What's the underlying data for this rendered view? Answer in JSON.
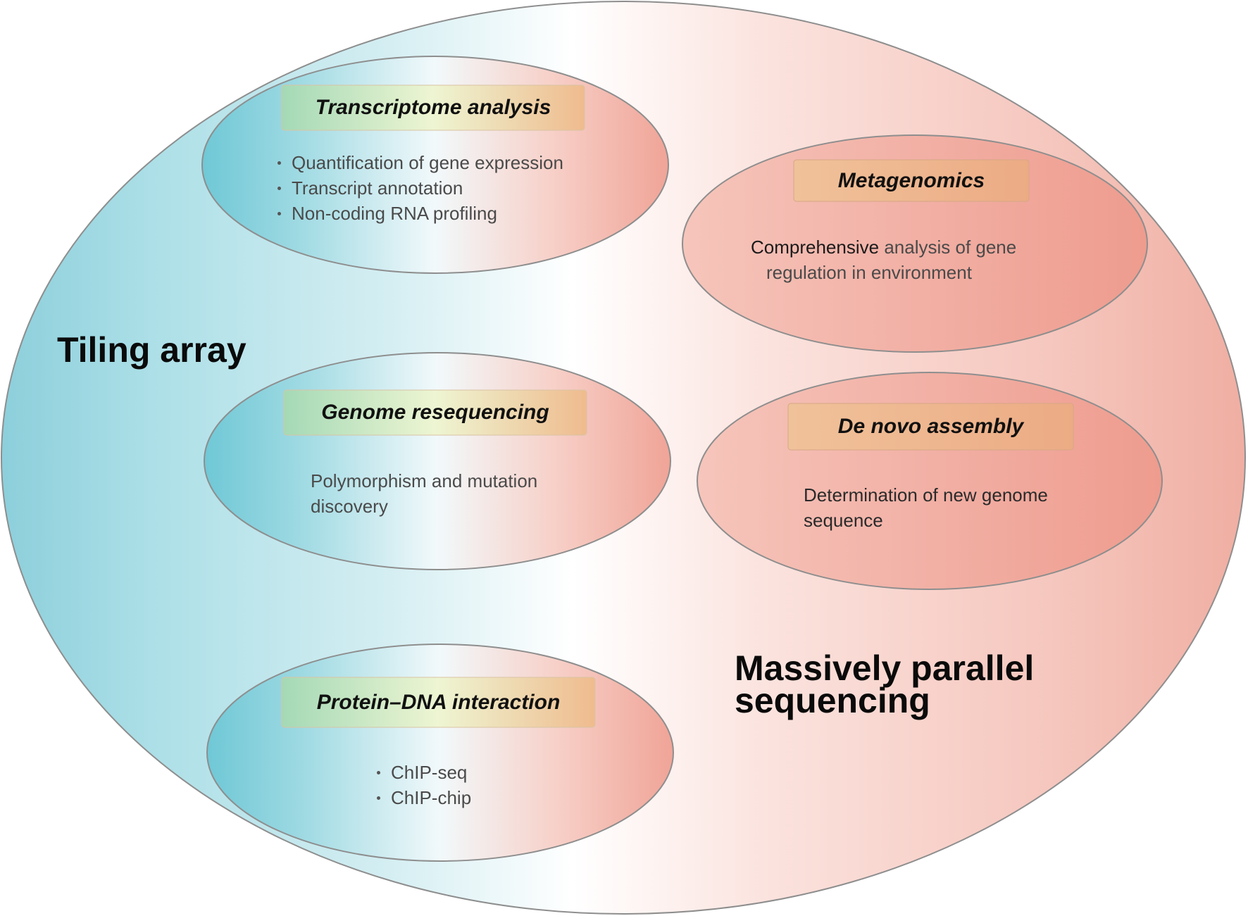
{
  "colors": {
    "teal": "#6fc8d6",
    "white": "#ffffff",
    "salmon": "#f09c8e",
    "outline": "#8e8e8e",
    "pill_green": "#a9dcb7",
    "pill_orange": "#efb58c"
  },
  "outer": {
    "left_label": "Tiling array",
    "right_label_line1": "Massively parallel",
    "right_label_line2": "sequencing"
  },
  "nodes": {
    "transcriptome": {
      "title": "Transcriptome analysis",
      "items": [
        "Quantification of gene expression",
        "Transcript annotation",
        "Non-coding RNA profiling"
      ]
    },
    "metagenomics": {
      "title": "Metagenomics",
      "text_line1_a": "Comprehensive",
      "text_line1_b": "analysis of gene",
      "text_line2": "regulation in environment"
    },
    "genome_reseq": {
      "title": "Genome resequencing",
      "text_line1": "Polymorphism and mutation",
      "text_line2": "discovery"
    },
    "de_novo": {
      "title": "De novo assembly",
      "text_line1": "Determination of new genome",
      "text_line2": "sequence"
    },
    "protein_dna": {
      "title": "Protein–DNA interaction",
      "items": [
        "ChIP-seq",
        "ChIP-chip"
      ]
    }
  }
}
